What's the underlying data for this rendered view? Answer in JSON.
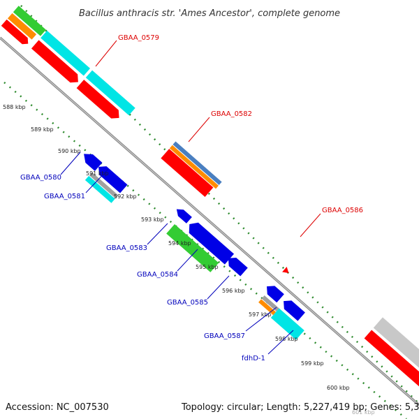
{
  "title": "Bacillus anthracis str. 'Ames Ancestor', complete genome",
  "footer": {
    "accession": "Accession: NC_007530",
    "summary": "Topology: circular; Length: 5,227,419 bp; Genes: 5,336"
  },
  "colors": {
    "backbone": "#8c8c8c",
    "tick": "#2e8b2e",
    "forward_label": "#dd0000",
    "reverse_label": "#0000bb",
    "gene_red": "#ff0000",
    "gene_orange": "#ff8c00",
    "gene_cyan": "#00e5e5",
    "gene_green": "#33cc33",
    "gene_blue": "#0000e6",
    "gene_steel": "#4a7fc0",
    "gene_gray": "#c8c8c8"
  },
  "kbp_markers": [
    "588 kbp",
    "589 kbp",
    "590 kbp",
    "591 kbp",
    "592 kbp",
    "593 kbp",
    "594 kbp",
    "595 kbp",
    "596 kbp",
    "597 kbp",
    "598 kbp",
    "599 kbp",
    "600 kbp",
    "601 kbp"
  ],
  "forward_genes": [
    "GBAA_0579",
    "GBAA_0582",
    "GBAA_0586"
  ],
  "reverse_genes": [
    "GBAA_0580",
    "GBAA_0581",
    "GBAA_0583",
    "GBAA_0584",
    "GBAA_0585",
    "GBAA_0587",
    "fdhD-1"
  ]
}
